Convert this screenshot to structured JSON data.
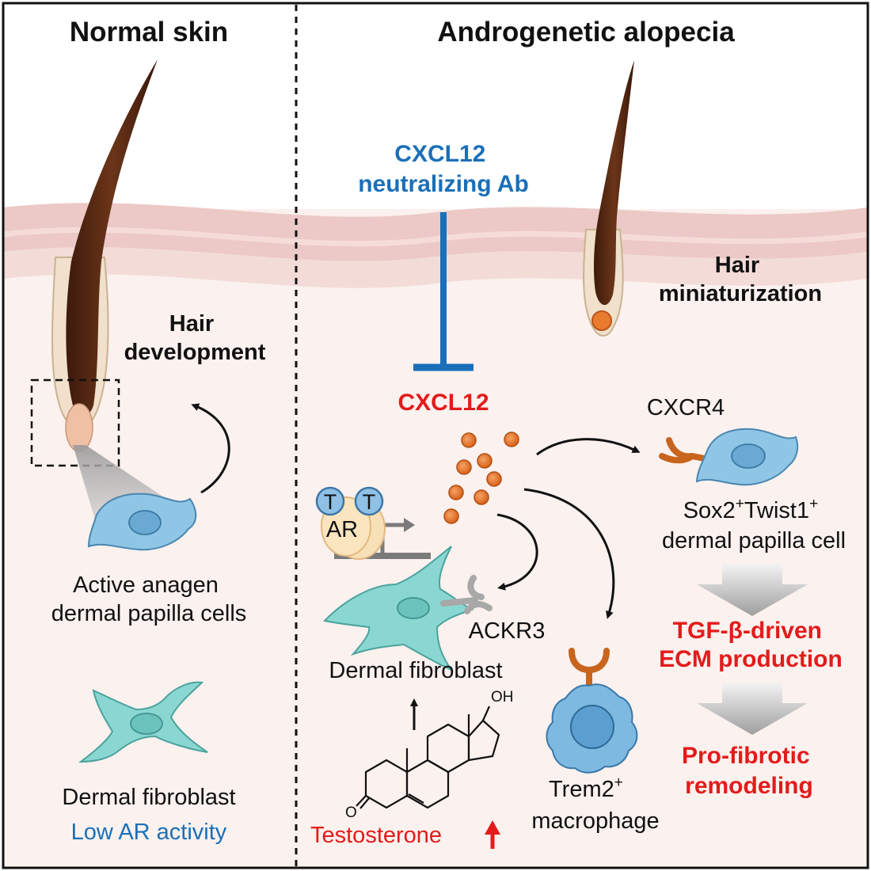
{
  "left_panel": {
    "title": "Normal skin",
    "hair_development": [
      "Hair",
      "development"
    ],
    "dp_cells": [
      "Active anagen",
      "dermal papilla cells"
    ],
    "fibroblast": "Dermal fibroblast",
    "ar_activity": "Low AR activity"
  },
  "right_panel": {
    "title": "Androgenetic alopecia",
    "antibody": [
      "CXCL12",
      "neutralizing Ab"
    ],
    "hair_miniaturization": [
      "Hair",
      "miniaturization"
    ],
    "ligand": "CXCL12",
    "receptor_cxcr4": "CXCR4",
    "dp_cell": {
      "gene1": "Sox2",
      "gene2": "Twist1",
      "sup": "+",
      "line2": "dermal papilla cell"
    },
    "tgf": [
      "TGF-β-driven",
      "ECM production"
    ],
    "pro_fibrotic": [
      "Pro-fibrotic",
      "remodeling"
    ],
    "ar_label": "AR",
    "t_label": "T",
    "receptor_ackr3": "ACKR3",
    "fibroblast": "Dermal fibroblast",
    "macrophage": {
      "line1": "Trem2",
      "sup": "+",
      "line2": "macrophage"
    },
    "testosterone": "Testosterone",
    "chem_oh": "OH",
    "chem_o": "O"
  },
  "colors": {
    "antibody_blue": "#1a6fb8",
    "highlight_red": "#e31b1b",
    "hair_brown": "#5a2a14",
    "receptor_orange": "#c8641e",
    "dp_cell_blue": "#8fc6e6",
    "fibroblast_teal": "#8ad7d2",
    "skin_pink": "#ecc9c6",
    "tissue_bg": "#fbf1ee"
  }
}
